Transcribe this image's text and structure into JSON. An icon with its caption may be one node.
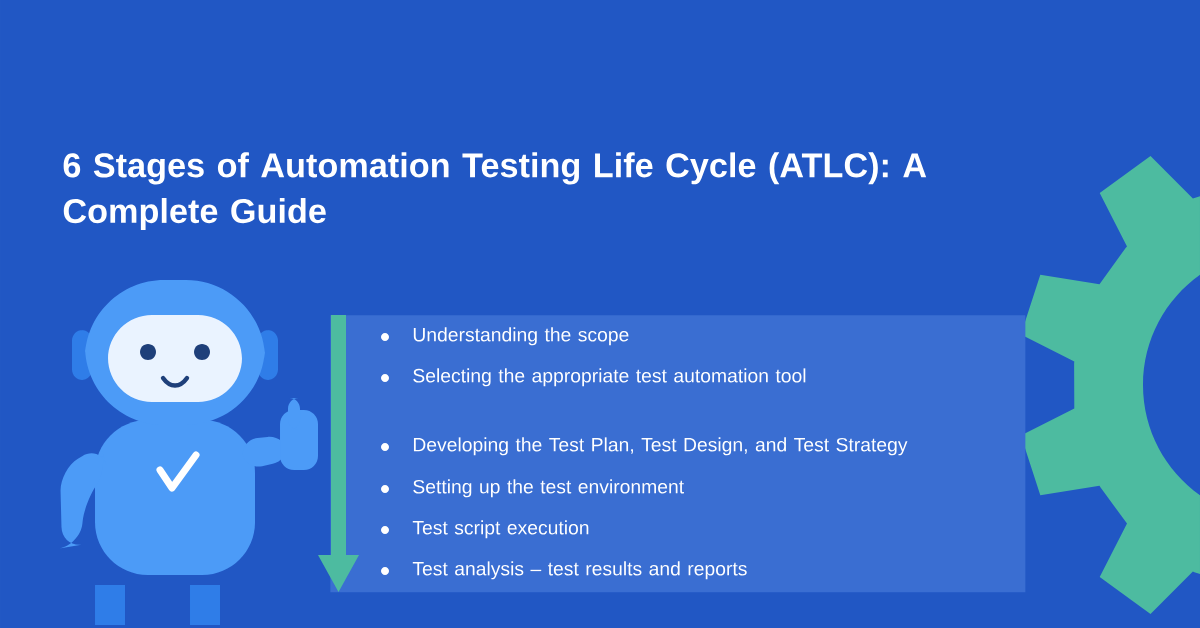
{
  "diagram": {
    "title": "6 Stages of Automation Testing Life Cycle (ATLC): A Complete Guide",
    "nodes": [
      {
        "text": [
          "Understanding the scope",
          "Selecting the appropriate test automation tool",
          "Developing the Test Plan, Test Design, and Test Strategy",
          "Setting up the test environment",
          "Test script execution",
          "Test analysis – test results and reports"
        ]
      }
    ]
  }
}
